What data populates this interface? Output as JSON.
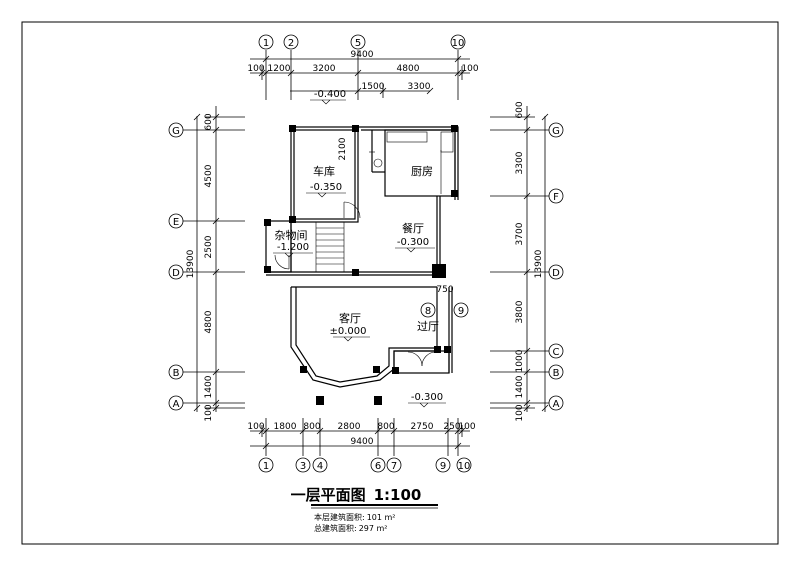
{
  "title": "一层平面图",
  "scale": "1:100",
  "area_floor_label": "本层建筑面积:",
  "area_floor_value": "101 m²",
  "area_total_label": "总建筑面积:",
  "area_total_value": "297 m²",
  "rooms": {
    "garage": "车库",
    "kitchen": "厨房",
    "storage": "杂物间",
    "dining": "餐厅",
    "living": "客厅",
    "hall": "过厅"
  },
  "elevations": {
    "outside_top": "-0.400",
    "garage": "-0.350",
    "storage": "-1.200",
    "dining": "-0.300",
    "living": "±0.000",
    "outside_bottom": "-0.300"
  },
  "dims_top": {
    "total": "9400",
    "row1": [
      "100",
      "1200",
      "3200",
      "4800",
      "100"
    ],
    "row2": [
      "1500",
      "3300"
    ]
  },
  "dims_bottom": {
    "row1": [
      "100",
      "1800",
      "800",
      "2800",
      "800",
      "2750",
      "250",
      "100"
    ],
    "total": "9400"
  },
  "dims_left": {
    "segments": [
      "600",
      "4500",
      "2500",
      "4800",
      "1400",
      "100"
    ],
    "total": "13900"
  },
  "dims_right": {
    "segments": [
      "600",
      "3300",
      "3700",
      "3800",
      "1000",
      "1400",
      "100"
    ],
    "total": "13900"
  },
  "kitchen_dim": "2100",
  "hall_dim": "750",
  "axes_top": [
    "1",
    "2",
    "5",
    "10"
  ],
  "axes_bottom": [
    "1",
    "3",
    "4",
    "6",
    "7",
    "9",
    "10"
  ],
  "axes_left": [
    "G",
    "E",
    "D",
    "B",
    "A"
  ],
  "axes_right": [
    "G",
    "F",
    "D",
    "C",
    "B",
    "A"
  ],
  "axes_inner": [
    "8",
    "9"
  ]
}
